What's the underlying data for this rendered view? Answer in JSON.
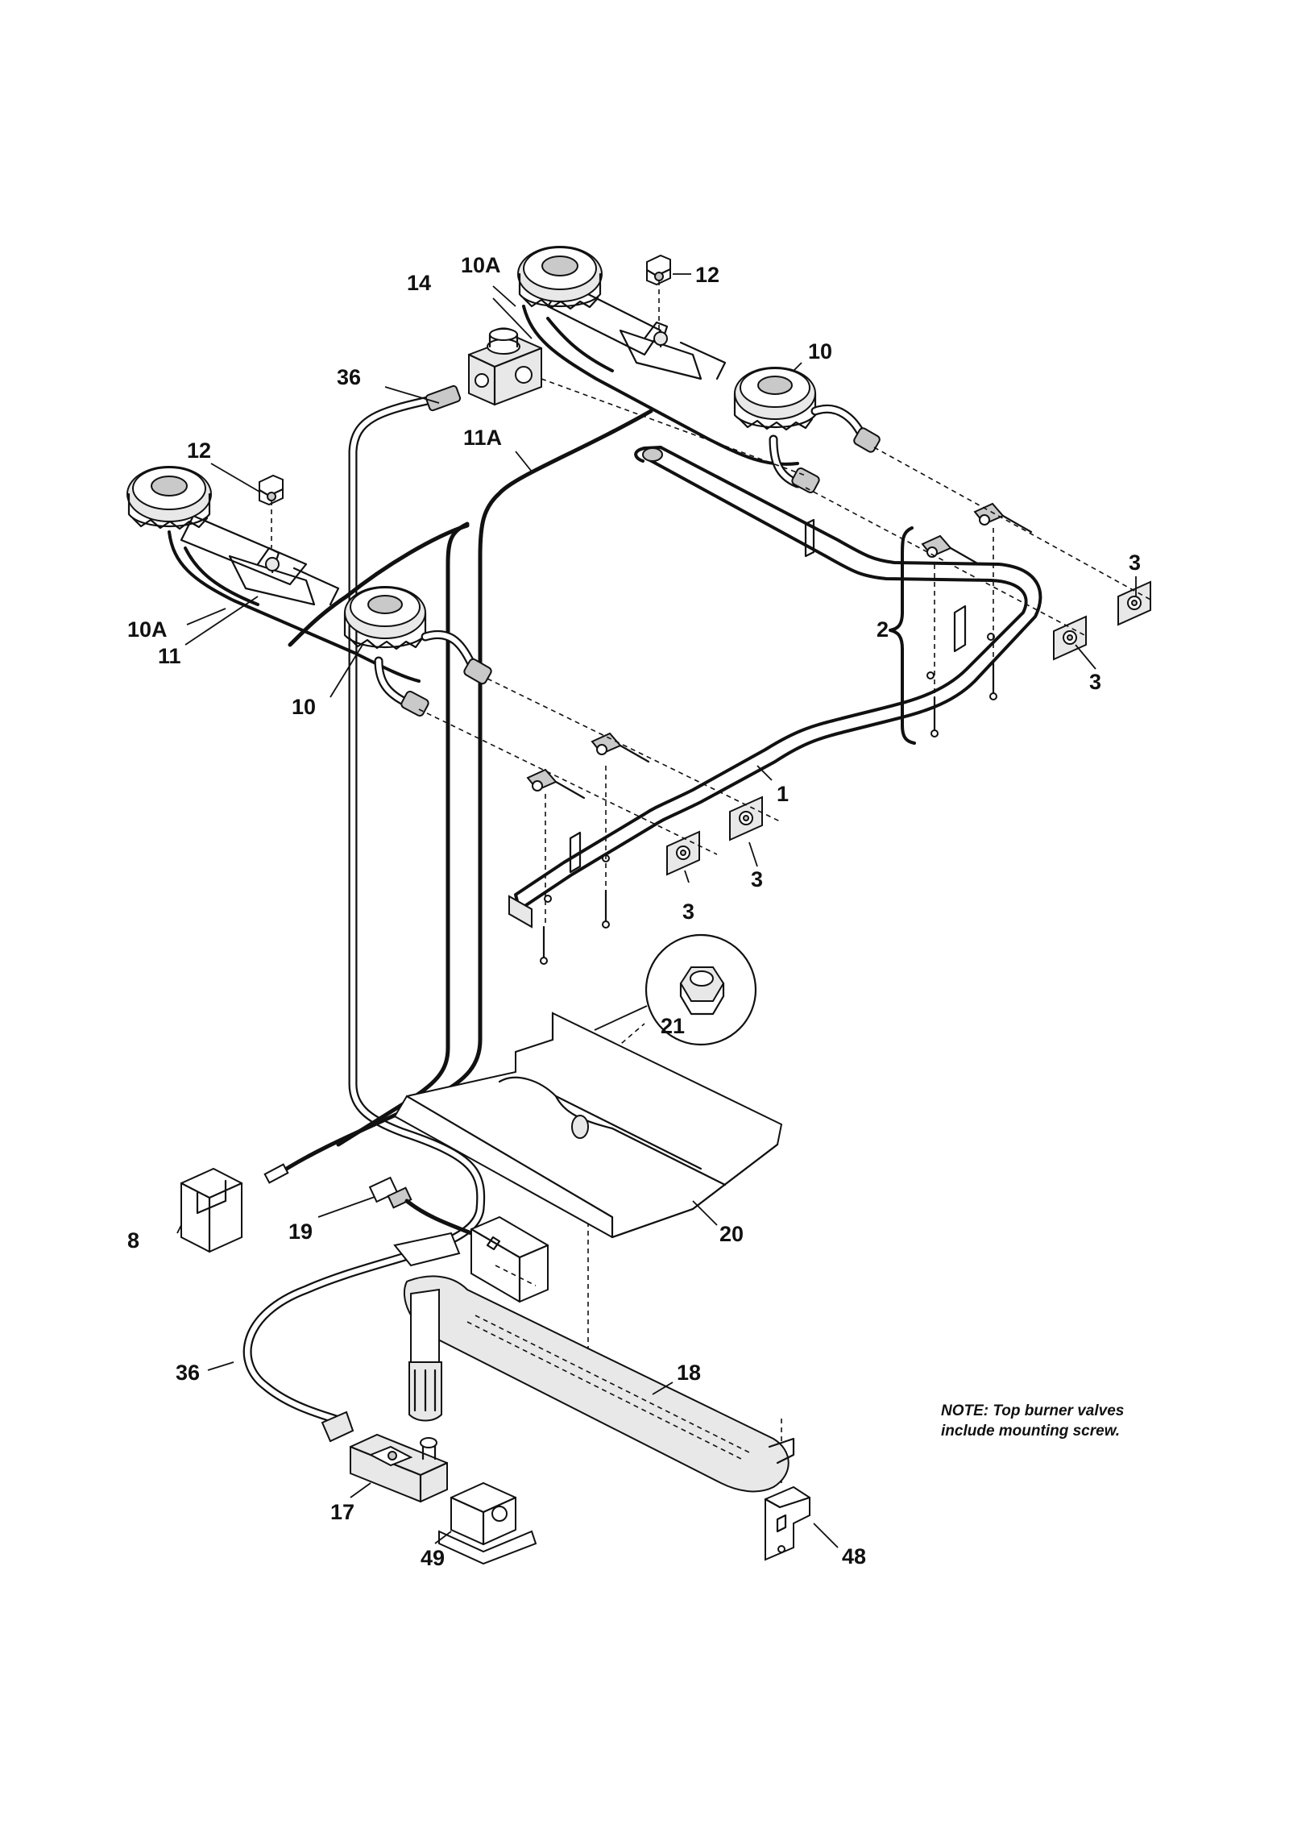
{
  "callouts": {
    "c1": "1",
    "c2": "2",
    "c3": "3",
    "c8": "8",
    "c10": "10",
    "c10a": "10A",
    "c11": "11",
    "c11a": "11A",
    "c12": "12",
    "c14": "14",
    "c17": "17",
    "c18": "18",
    "c19": "19",
    "c20": "20",
    "c21": "21",
    "c36": "36",
    "c48": "48",
    "c49": "49"
  },
  "note": {
    "line1": "NOTE: Top burner valves",
    "line2": "include mounting screw."
  }
}
